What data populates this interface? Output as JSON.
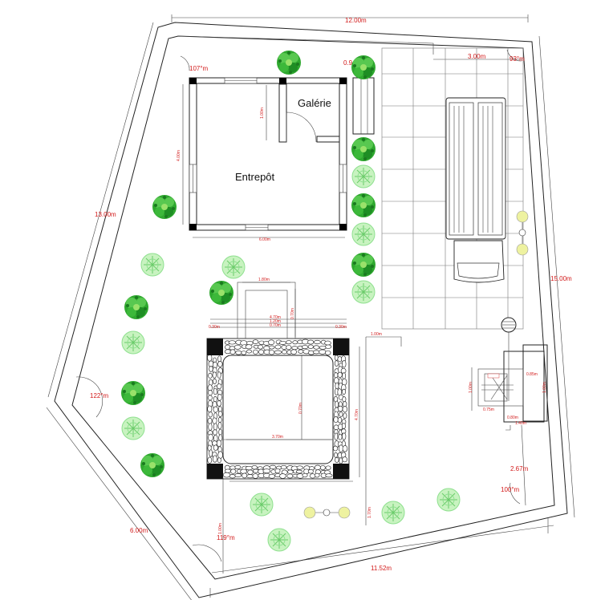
{
  "rooms": {
    "entrepot": "Entrepôt",
    "galerie": "Galérie"
  },
  "dimensions": {
    "top": "12.00m",
    "left": "13.00m",
    "right": "15.00m",
    "bottom_left": "6.00m",
    "bottom": "11.52m",
    "gate": "3.00m",
    "right_small": "2.67m",
    "building_small": "0.9",
    "angle_top_left": "107°m",
    "angle_top_right": "93°m",
    "angle_left": "122°m",
    "angle_bottom_right": "100°m",
    "angle_bottom_left": "119°m",
    "building_width": "6.00m",
    "building_height": "4.00m",
    "inner_wall": "1.00m",
    "pool_width": "3.70m",
    "pool_height": "4.70m",
    "pool_deck": "1.80m",
    "pool_r1": "4.70m",
    "pool_r2": "1.20m",
    "pool_r3": "0.70m",
    "pool_side": "0.70m",
    "pool_right": "1.00m",
    "pool_bottom": "1.70m",
    "pool_left_bottom": "1.00m",
    "pool_corner": "0.30m",
    "small_a": "0.85m",
    "small_b": "0.75m",
    "small_c": "1.40m",
    "small_d": "0.80m",
    "small_e": "1.00m"
  },
  "colors": {
    "dimension_text": "#d21a1a",
    "tree_dark": "#2fa82f",
    "tree_light": "#8fe08f",
    "lamp": "#eef2a0"
  }
}
